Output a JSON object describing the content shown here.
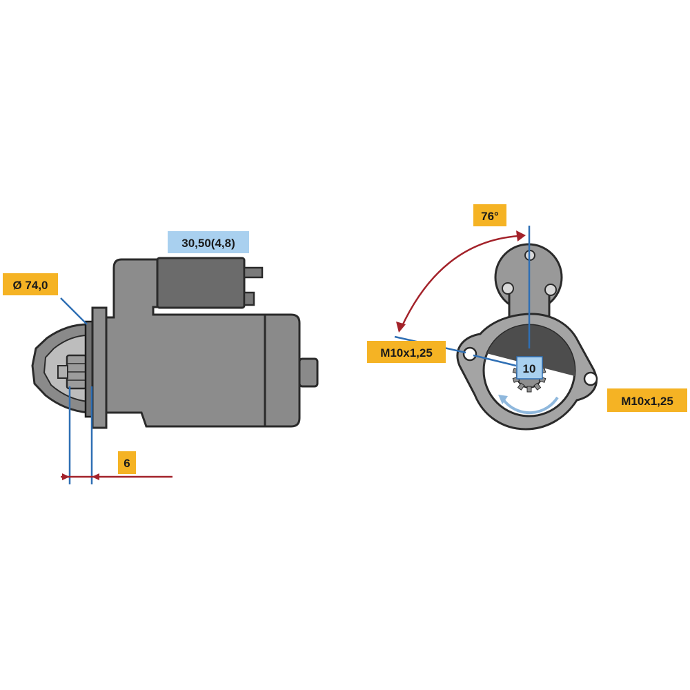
{
  "labels": {
    "diameter": "Ø 74,0",
    "terminal": "30,50(4,8)",
    "offset": "6",
    "angle": "76°",
    "thread_left": "M10x1,25",
    "thread_right": "M10x1,25",
    "teeth": "10"
  },
  "colors": {
    "callout_yellow": "#f5b324",
    "callout_blue": "#a9d0ef",
    "body_gray": "#8c8c8c",
    "dark_gray": "#6e6e6e",
    "dimension_blue": "#2f6fb4",
    "dimension_red": "#a3222a"
  }
}
